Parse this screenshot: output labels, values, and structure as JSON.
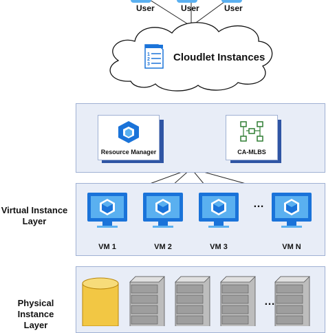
{
  "users": [
    "User",
    "User",
    "User"
  ],
  "cloud": {
    "label": "Cloudlet Instances",
    "doc_lines": [
      "1",
      "2",
      "3"
    ]
  },
  "control_panel": {
    "resource_manager": "Resource Manager",
    "ca_mlbs": "CA-MLBS"
  },
  "virtual_layer": {
    "label_line1": "Virtual Instance",
    "label_line2": "Layer",
    "vms": [
      "VM 1",
      "VM 2",
      "VM 3",
      "VM N"
    ],
    "ellipsis": "…"
  },
  "physical_layer": {
    "label_line1": "Physical Instance",
    "label_line2": "Layer",
    "ellipsis": "…"
  },
  "colors": {
    "azure_blue": "#1a73d9",
    "light_blue": "#5ab0f0",
    "panel_bg": "#e8edf7",
    "panel_border": "#9fb0d3",
    "shadow_blue": "#2f55a4",
    "server_gray": "#9e9e9e",
    "indicator_red": "#e53935",
    "database_yellow": "#f2c744"
  }
}
